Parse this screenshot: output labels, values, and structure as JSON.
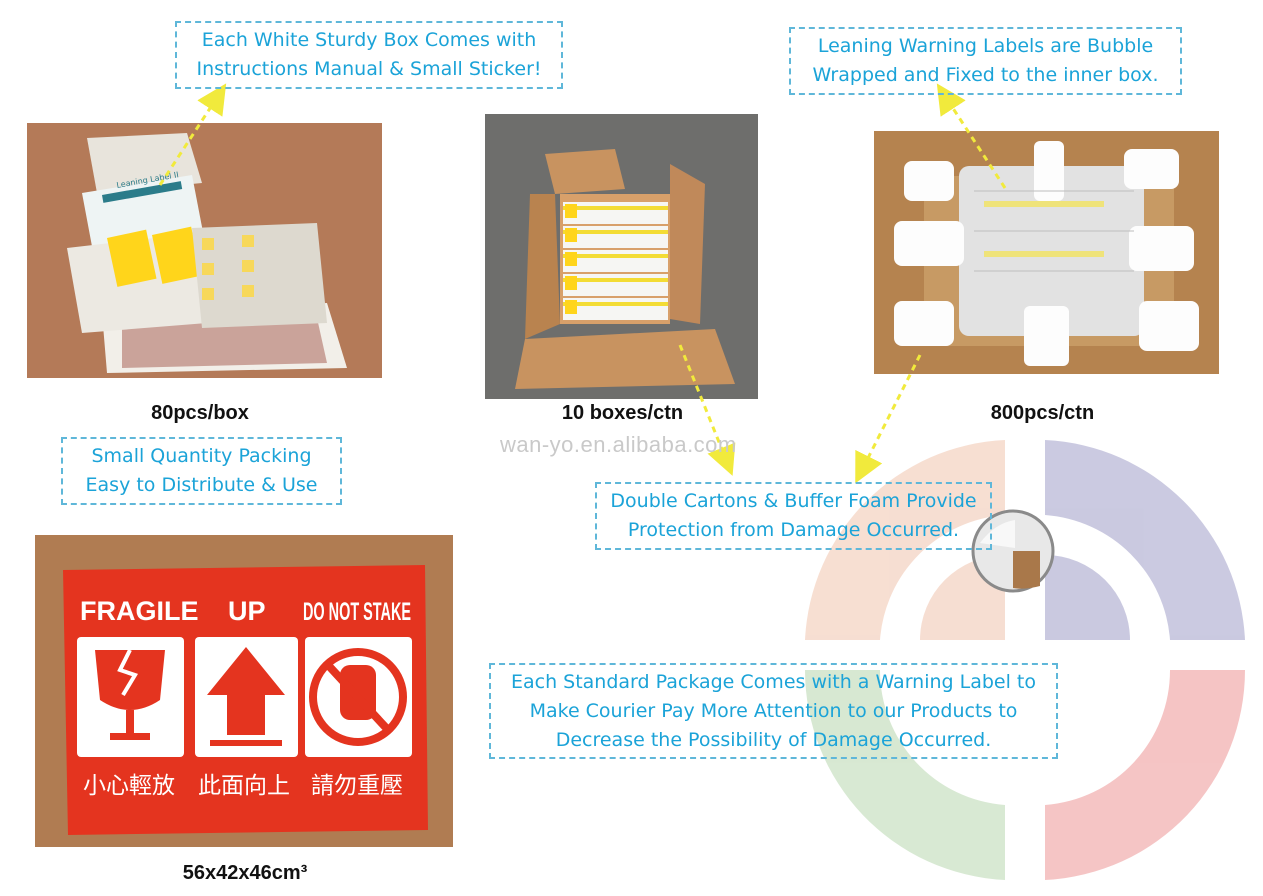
{
  "callouts": {
    "box_manual": [
      "Each White Sturdy Box Comes with",
      "Instructions Manual & Small Sticker!"
    ],
    "bubble_wrap": [
      "Leaning Warning Labels are Bubble",
      "Wrapped and Fixed to the inner box."
    ],
    "small_qty": [
      "Small Quantity Packing",
      "Easy to Distribute & Use"
    ],
    "double_carton": [
      "Double Cartons & Buffer Foam Provide",
      "Protection from Damage Occurred."
    ],
    "standard_pkg": [
      "Each Standard Package Comes with a Warning Label to",
      "Make Courier Pay More Attention to our Products to",
      "Decrease the Possibility of Damage Occurred."
    ]
  },
  "captions": {
    "box": "80pcs/box",
    "carton": "10 boxes/ctn",
    "ctn_pcs": "800pcs/ctn",
    "dimensions": "56x42x46cm³"
  },
  "watermark": "wan-yo.en.alibaba.com",
  "warning_label": {
    "fragile": "FRAGILE",
    "up": "UP",
    "do_not_stake": "DO NOT STAKE",
    "cn_fragile": "小心輕放",
    "cn_up": "此面向上",
    "cn_no_stack": "請勿重壓"
  },
  "manual_title": "Leaning Label II",
  "colors": {
    "callout_text": "#1ba3d8",
    "callout_border": "#5fb7d9",
    "arrow": "#f1ea3c",
    "label_red": "#e4341f"
  }
}
